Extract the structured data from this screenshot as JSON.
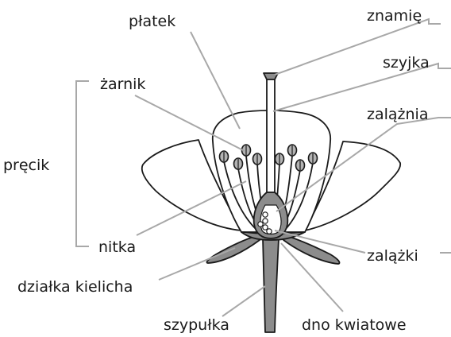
{
  "labels": {
    "platek": "płatek",
    "znamie": "znamię",
    "szyjka": "szyjka",
    "zarnik": "żarnik",
    "zalaznia": "zalążnia",
    "precik": "pręcik",
    "nitka": "nitka",
    "zalazki": "zalążki",
    "dzialka": "działka kielicha",
    "szypulka": "szypułka",
    "dno": "dno kwiatowe"
  },
  "colors": {
    "outline": "#1a1a1a",
    "petal_fill": "#ffffff",
    "green_gray": "#8c8c8c",
    "anther_fill": "#b3b3b3",
    "leader": "#a8a8a8",
    "text": "#1a1a1a"
  }
}
